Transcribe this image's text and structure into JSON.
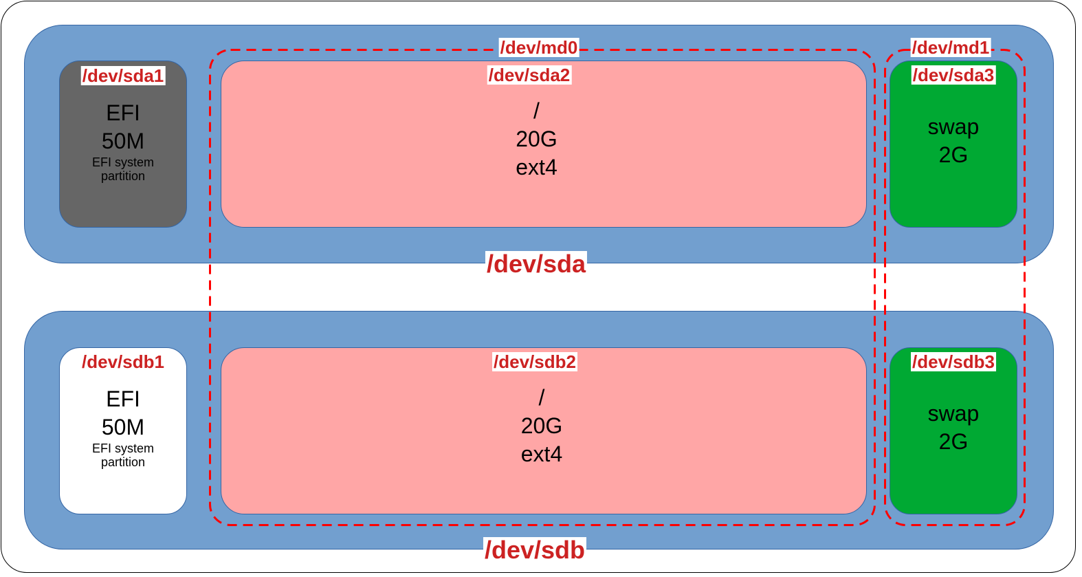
{
  "colors": {
    "disk_fill": "#729fcf",
    "disk_border": "#3465a4",
    "efi_active_fill": "#666666",
    "efi_inactive_fill": "#ffffff",
    "root_fill": "#ffa6a6",
    "swap_fill": "#00a933",
    "label_red": "#cc2222",
    "raid_dash": "#ff0000"
  },
  "disks": [
    {
      "label": "/dev/sda",
      "partitions": [
        {
          "device": "/dev/sda1",
          "line1": "EFI",
          "line2": "50M",
          "note": "EFI system partition"
        },
        {
          "device": "/dev/sda2",
          "line1": "/",
          "line2": "20G",
          "line3": "ext4"
        },
        {
          "device": "/dev/sda3",
          "line1": "swap",
          "line2": "2G"
        }
      ]
    },
    {
      "label": "/dev/sdb",
      "partitions": [
        {
          "device": "/dev/sdb1",
          "line1": "EFI",
          "line2": "50M",
          "note": "EFI system partition"
        },
        {
          "device": "/dev/sdb2",
          "line1": "/",
          "line2": "20G",
          "line3": "ext4"
        },
        {
          "device": "/dev/sdb3",
          "line1": "swap",
          "line2": "2G"
        }
      ]
    }
  ],
  "raid_arrays": [
    {
      "label": "/dev/md0",
      "members": [
        "/dev/sda2",
        "/dev/sdb2"
      ]
    },
    {
      "label": "/dev/md1",
      "members": [
        "/dev/sda3",
        "/dev/sdb3"
      ]
    }
  ]
}
